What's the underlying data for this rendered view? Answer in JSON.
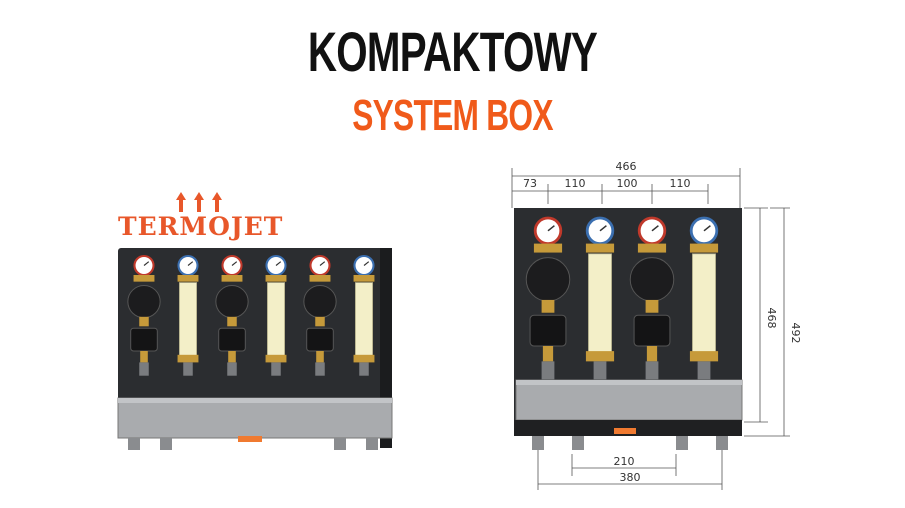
{
  "title": "KOMPAKTOWY",
  "subtitle": "SYSTEM BOX",
  "brand": "TERMOJET",
  "dimensions": {
    "top_total": "466",
    "top_segments": [
      "73",
      "110",
      "100",
      "110"
    ],
    "right_inner": "468",
    "right_outer": "492",
    "bottom_inner": "210",
    "bottom_outer": "380"
  },
  "colors": {
    "title": "#111111",
    "accent": "#f05a1a",
    "brand": "#e8572a",
    "cabinet": "#2b2d30",
    "manifold": "#a9abae",
    "pipe": "#f3efc8"
  },
  "left_unit": {
    "modules": [
      "pump",
      "pipe",
      "pump",
      "pipe",
      "pump",
      "pipe"
    ]
  },
  "right_unit": {
    "modules": [
      "pump",
      "pipe",
      "pump",
      "pipe"
    ]
  }
}
